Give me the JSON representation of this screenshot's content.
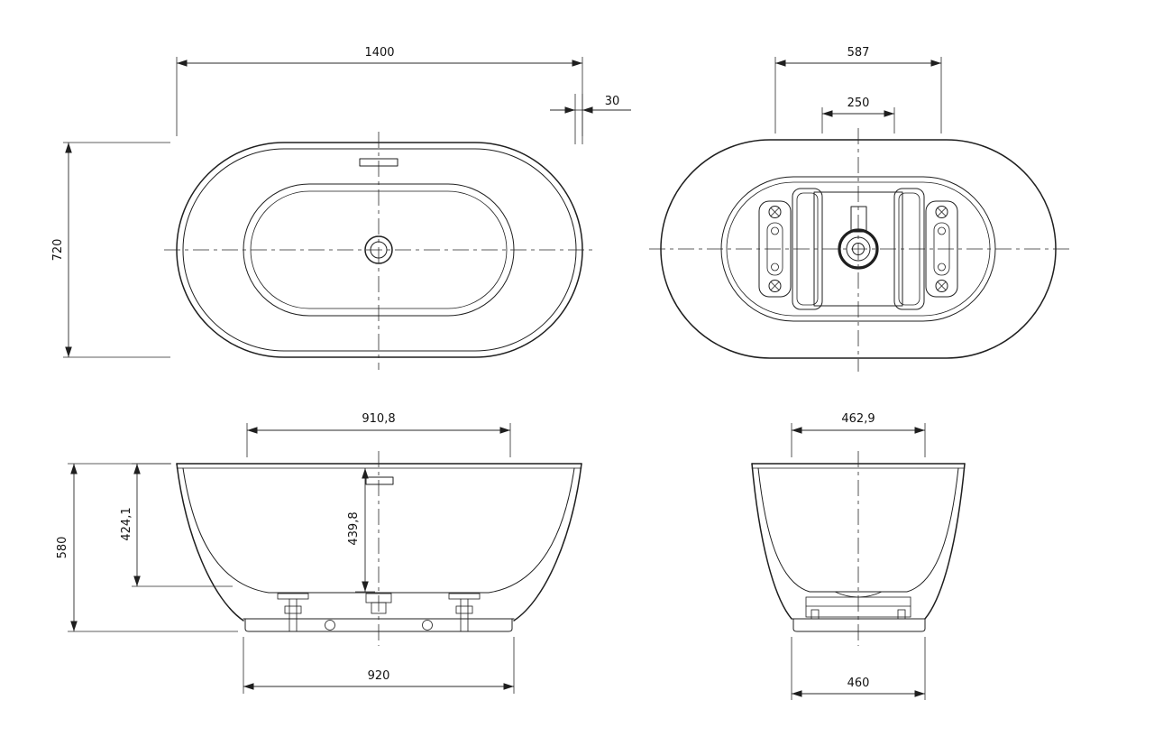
{
  "drawing": {
    "type": "bathtub-technical-drawing",
    "colors": {
      "line": "#1f1f1f",
      "background": "#ffffff"
    }
  },
  "views": {
    "plan": {
      "dims": {
        "length": "1400",
        "width": "720",
        "rim": "30"
      }
    },
    "underside": {
      "dims": {
        "mount_span": "587",
        "rail_gap": "250"
      }
    },
    "front": {
      "dims": {
        "top_inner_width": "910,8",
        "height": "580",
        "wall_height": "424,1",
        "depth": "439,8",
        "base_width": "920"
      }
    },
    "side": {
      "dims": {
        "top_inner_width": "462,9",
        "base_width": "460"
      }
    }
  }
}
